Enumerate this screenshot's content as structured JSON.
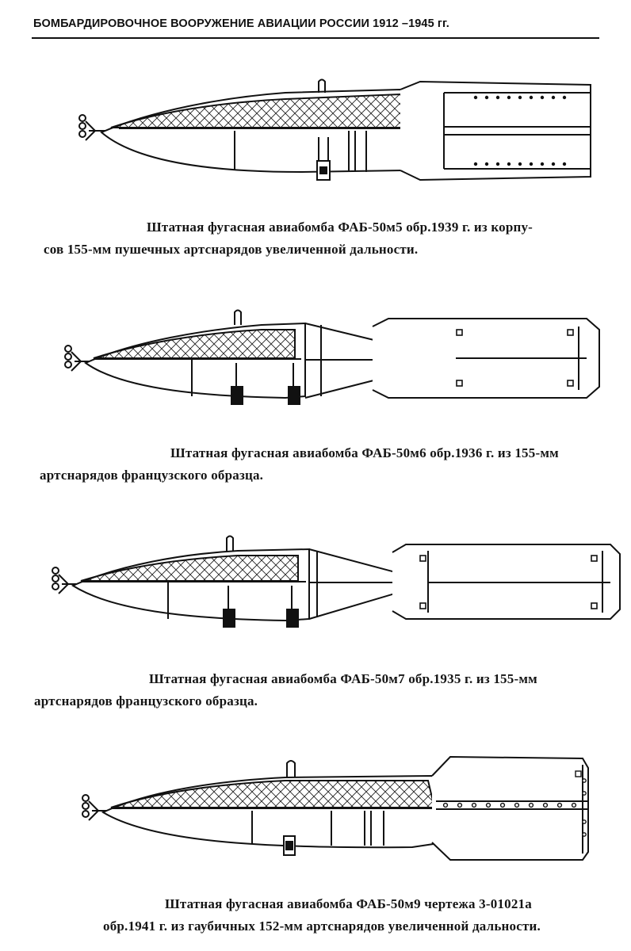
{
  "header": {
    "running_title": "БОМБАРДИРОВОЧНОЕ ВООРУЖЕНИЕ АВИАЦИИ РОССИИ 1912 –1945 гг."
  },
  "figures": [
    {
      "caption_line1": "Штатная фугасная авиабомба ФАБ-50м5 обр.1939 г. из корпу-",
      "caption_line2": "сов 155-мм пушечных артснарядов увеличенной дальности."
    },
    {
      "caption_line1": "Штатная фугасная авиабомба ФАБ-50м6 обр.1936 г. из 155-мм",
      "caption_line2": "артснарядов французского образца."
    },
    {
      "caption_line1": "Штатная фугасная авиабомба ФАБ-50м7 обр.1935 г. из 155-мм",
      "caption_line2": "артснарядов французского образца."
    },
    {
      "caption_line1": "Штатная фугасная авиабомба ФАБ-50м9 чертежа 3-01021а",
      "caption_line2": "обр.1941 г. из гаубичных 152-мм артснарядов увеличенной дальности."
    }
  ]
}
